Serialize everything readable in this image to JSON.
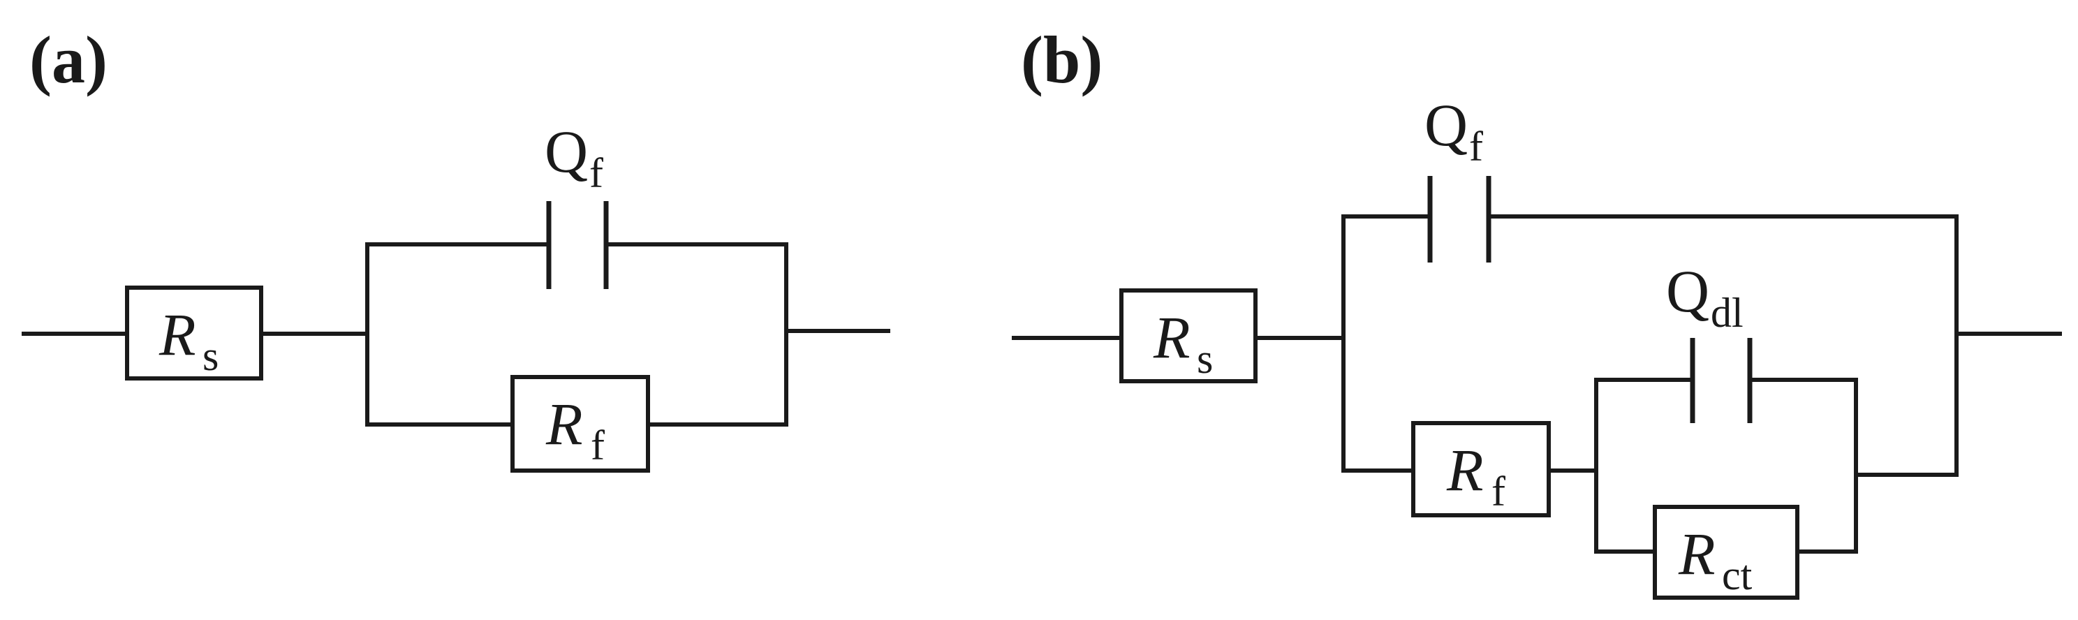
{
  "panels": {
    "a": {
      "label": "(a)",
      "components": {
        "rs": {
          "letter": "R",
          "sub": "s"
        },
        "qf": {
          "letter": "Q",
          "sub": "f"
        },
        "rf": {
          "letter": "R",
          "sub": "f"
        }
      }
    },
    "b": {
      "label": "(b)",
      "components": {
        "rs": {
          "letter": "R",
          "sub": "s"
        },
        "qf": {
          "letter": "Q",
          "sub": "f"
        },
        "rf": {
          "letter": "R",
          "sub": "f"
        },
        "qdl": {
          "letter": "Q",
          "sub": "dl"
        },
        "rct": {
          "letter": "R",
          "sub": "ct"
        }
      }
    }
  },
  "colors": {
    "ink": "#1a1a1a",
    "background": "#ffffff"
  }
}
